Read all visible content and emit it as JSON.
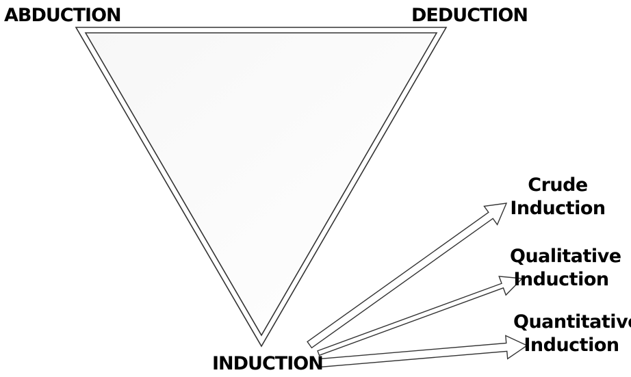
{
  "vertices": {
    "abduction": "ABDUCTION",
    "deduction": "DEDUCTION",
    "induction": "INDUCTION"
  },
  "branches": [
    {
      "line1": "Crude",
      "line2": "Induction"
    },
    {
      "line1": "Qualitative",
      "line2": "Induction"
    },
    {
      "line1": "Quantitative",
      "line2": "Induction"
    }
  ],
  "colors": {
    "stroke": "#333333",
    "fill": "#ffffff",
    "text": "#000000"
  }
}
